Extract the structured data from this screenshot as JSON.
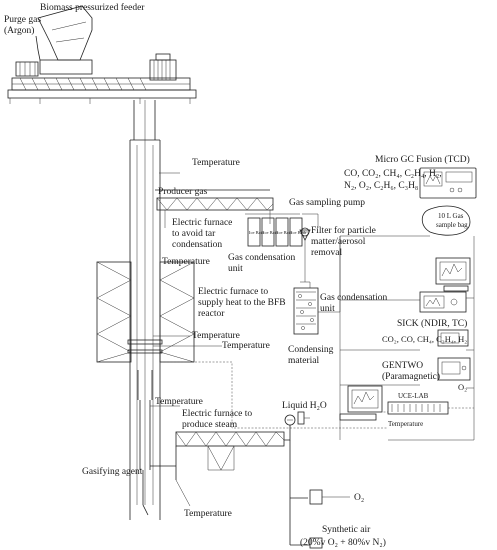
{
  "labels": {
    "feeder": "Biomass pressurized feeder",
    "purge_gas_1": "Purge gas",
    "purge_gas_2": "(Argon)",
    "temp_top": "Temperature",
    "producer_gas": "Producer gas",
    "elec_tar_1": "Electric furnace",
    "elec_tar_2": "to avoid tar",
    "elec_tar_3": "condensation",
    "temp_upper": "Temperature",
    "gas_cond_1a": "Gas condensation",
    "gas_cond_1b": "unit",
    "pump": "Gas sampling pump",
    "filter_1": "Filter for particle",
    "filter_2": "matter/aerosol",
    "filter_3": "removal",
    "gc_title": "Micro GC Fusion (TCD)",
    "gc_species_1": "CO, CO₂, CH₄, C₂H₄, H₂,",
    "gc_species_2": "N₂, O₂, C₂H₆, C₃H₈",
    "bag_1": "10 L Gas",
    "bag_2": "sample bag",
    "gas_cond_2a": "Gas condensation",
    "gas_cond_2b": "unit",
    "condensing_1": "Condensing",
    "condensing_2": "material",
    "bfb_1": "Electric furnace to",
    "bfb_2": "supply heat to the BFB",
    "bfb_3": "reactor",
    "sick": "SICK (NDIR, TC)",
    "sick_species": "CO₂, CO, CH₄, C₂H₄, H₂",
    "gentwo_1": "GENTWO",
    "gentwo_2": "(Paramagnetic)",
    "o2_small": "O₂",
    "temp_bfb_1": "Temperature",
    "temp_bfb_2": "Temperature",
    "ucelab": "UCE-LAB",
    "ucelab_temp": "Temperature",
    "temp_lower": "Temperature",
    "liquid_h2o": "Liquid H₂O",
    "steam_1": "Electric furnace to",
    "steam_2": "produce steam",
    "gasifying": "Gasifying agent",
    "o2_big": "O₂",
    "temp_bottom": "Temperature",
    "air_1": "Synthetic air",
    "air_2": "(20%v O₂ + 80%v N₂)",
    "unit_tag": "Ice Bath"
  }
}
